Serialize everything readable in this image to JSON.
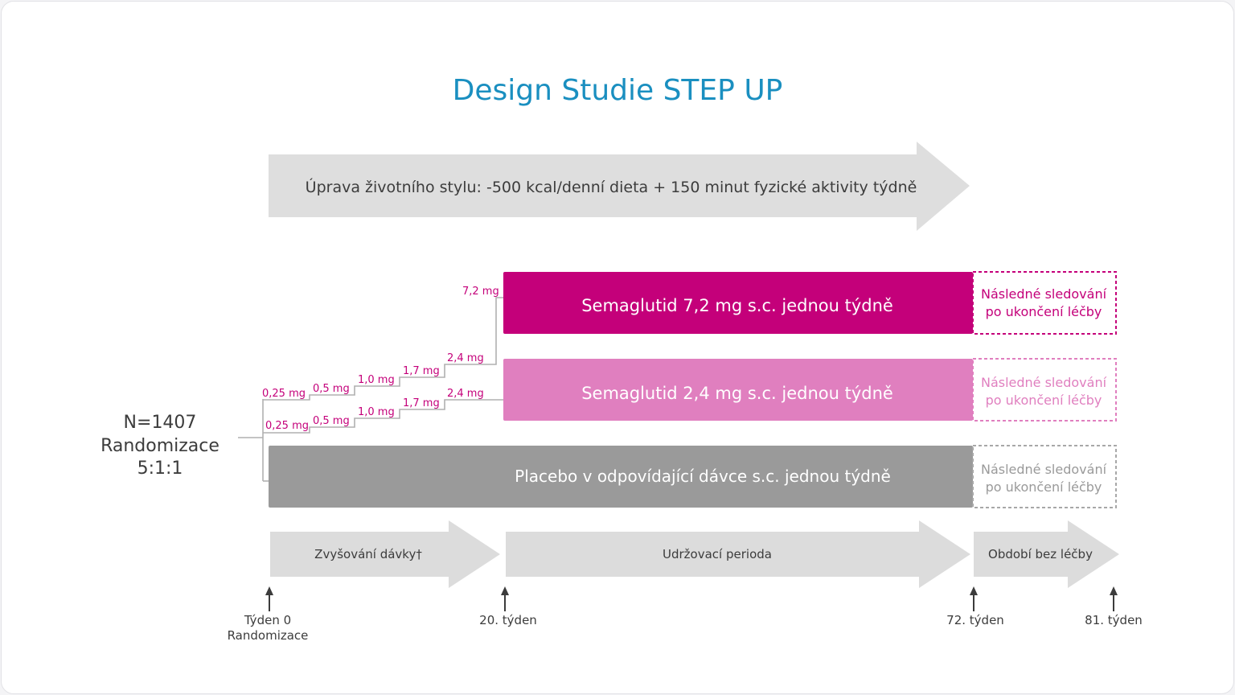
{
  "title": "Design Studie STEP UP",
  "lifestyle": "Úprava životního stylu: -500 kcal/denní dieta + 150 minut fyzické aktivity týdně",
  "enrollment": {
    "n": "N=1407",
    "randomization": "Randomizace",
    "ratio": "5:1:1"
  },
  "arms": [
    {
      "label": "Semaglutid 7,2 mg s.c. jednou týdně",
      "followup_line1": "Následné sledování",
      "followup_line2": "po ukončení léčby",
      "doses": [
        "0,25 mg",
        "0,5 mg",
        "1,0 mg",
        "1,7 mg",
        "2,4 mg",
        "7,2 mg"
      ]
    },
    {
      "label": "Semaglutid 2,4 mg s.c. jednou týdně",
      "followup_line1": "Následné sledování",
      "followup_line2": "po ukončení léčby",
      "doses": [
        "0,25 mg",
        "0,5 mg",
        "1,0 mg",
        "1,7 mg",
        "2,4 mg"
      ]
    },
    {
      "label": "Placebo v odpovídající dávce s.c. jednou týdně",
      "followup_line1": "Následné sledování",
      "followup_line2": "po ukončení léčby"
    }
  ],
  "phases": [
    "Zvyšování dávky†",
    "Udržovací perioda",
    "Období bez léčby"
  ],
  "timepoints": [
    {
      "line1": "Týden 0",
      "line2": "Randomizace"
    },
    {
      "line1": "20. týden"
    },
    {
      "line1": "72. týden"
    },
    {
      "line1": "81. týden"
    }
  ],
  "colors": {
    "title": "#1a8fc0",
    "arm_high": "#c4007a",
    "arm_mid": "#e07fbf",
    "arm_placebo": "#9a9a9a",
    "followup_high": "#c4007a",
    "followup_mid": "#e07fbf",
    "followup_placebo": "#9a9a9a",
    "phase_arrow": "#dcdcdc",
    "dose_text": "#c4007a",
    "text_dark": "#3c3c3c"
  }
}
